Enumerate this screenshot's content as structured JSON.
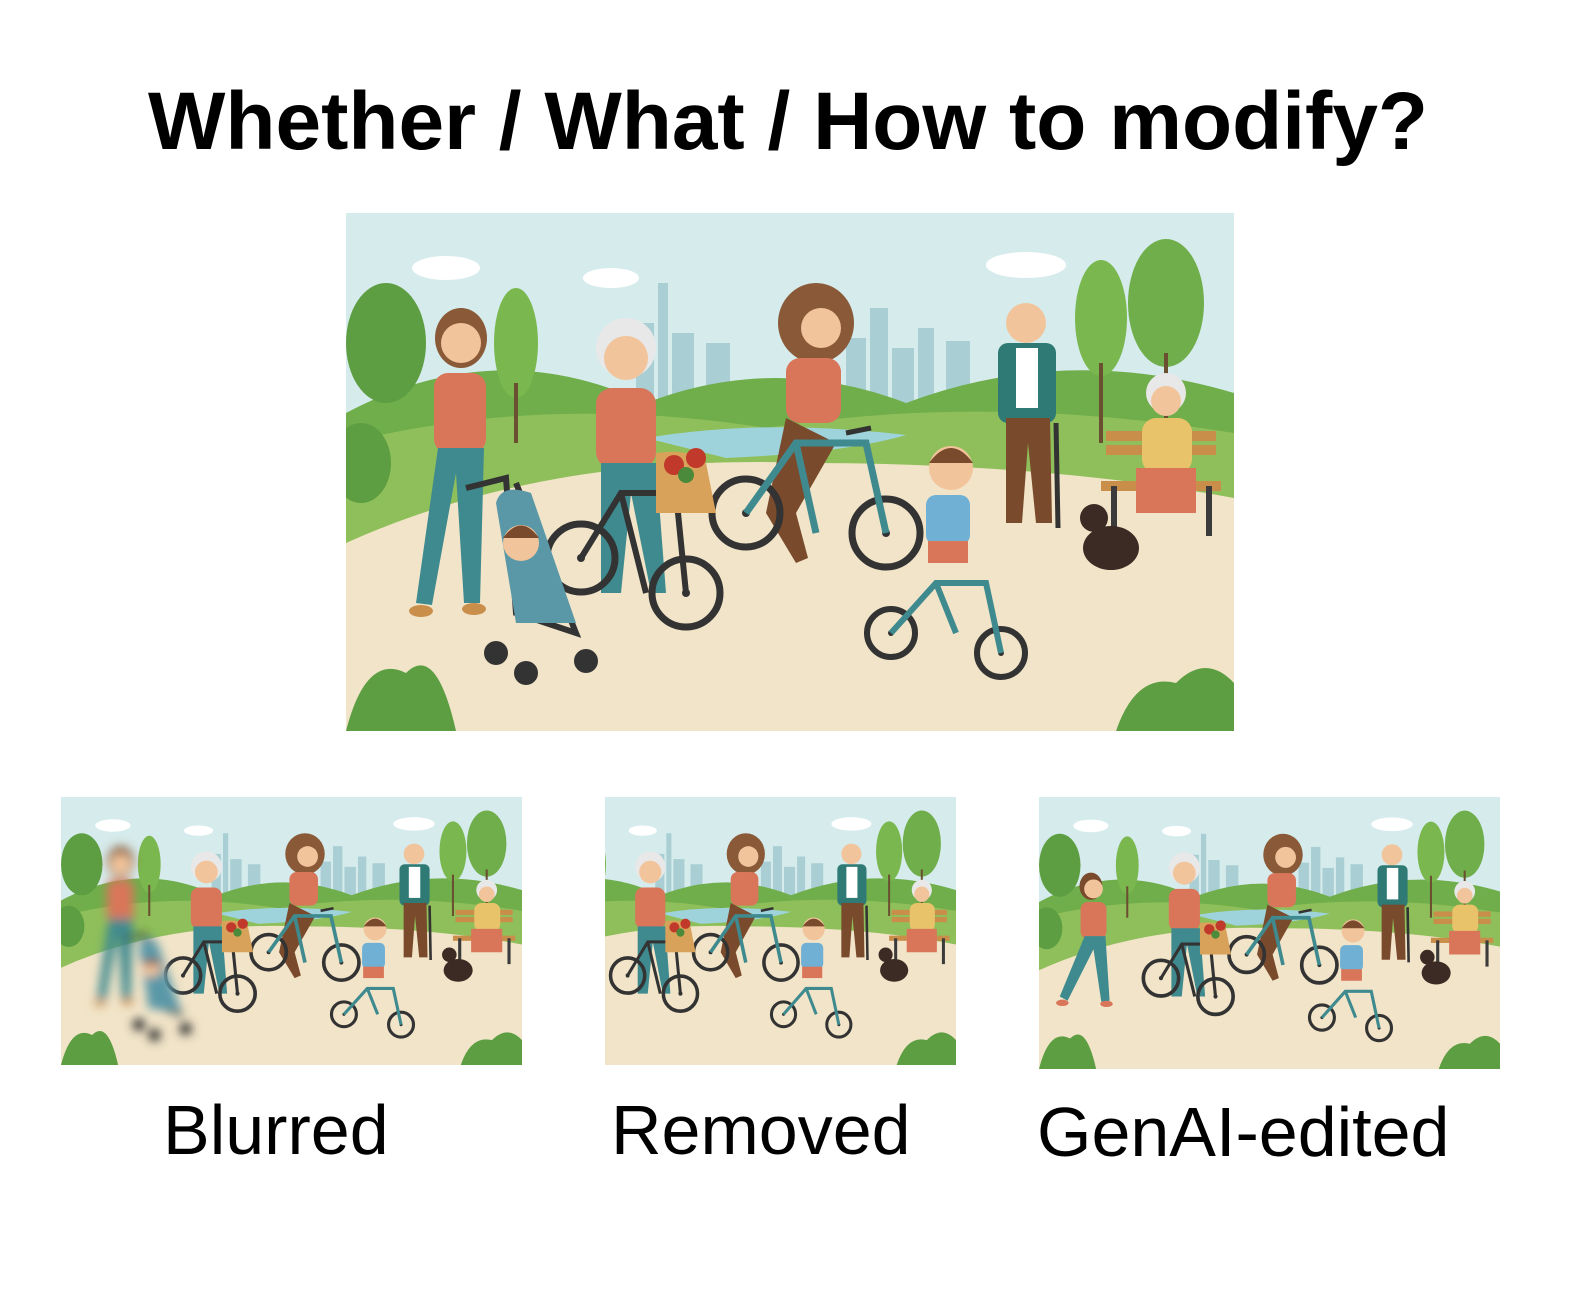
{
  "title": "Whether / What / How to modify?",
  "panels": {
    "original": {
      "caption": ""
    },
    "blurred": {
      "caption": "Blurred"
    },
    "removed": {
      "caption": "Removed"
    },
    "genai": {
      "caption": "GenAI-edited"
    }
  },
  "colors": {
    "sky": "#d6ebec",
    "path": "#f1e4c8",
    "grass": "#8fbf5a",
    "tree": "#6fae4a",
    "shirt": "#d9765a",
    "teal": "#3f8a8f",
    "pants_brown": "#7a4a2c",
    "yellow": "#e8c36a"
  }
}
